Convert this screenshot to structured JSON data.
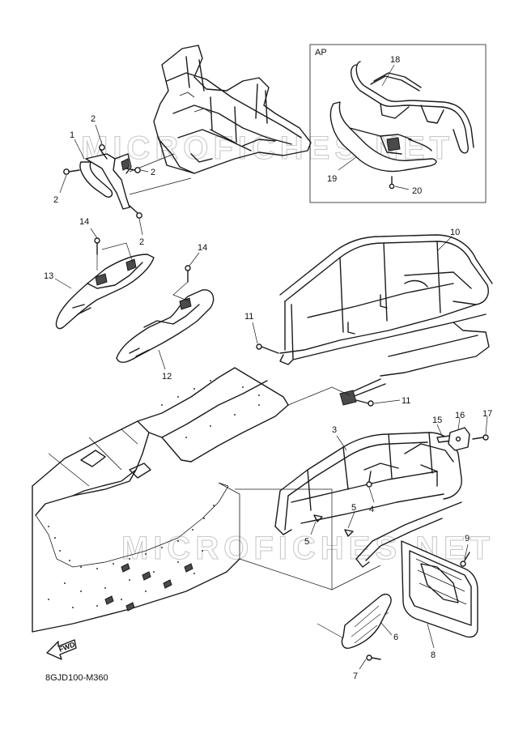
{
  "diagram": {
    "code": "8GJD100-M360",
    "inset_label": "AP",
    "forward_label": "FWD",
    "watermark": "MICROFICHES.NET",
    "callouts": [
      "1",
      "2",
      "2",
      "2",
      "2",
      "3",
      "4",
      "5",
      "5",
      "6",
      "7",
      "8",
      "9",
      "10",
      "11",
      "11",
      "12",
      "13",
      "14",
      "14",
      "15",
      "16",
      "17",
      "18",
      "19",
      "20"
    ]
  }
}
